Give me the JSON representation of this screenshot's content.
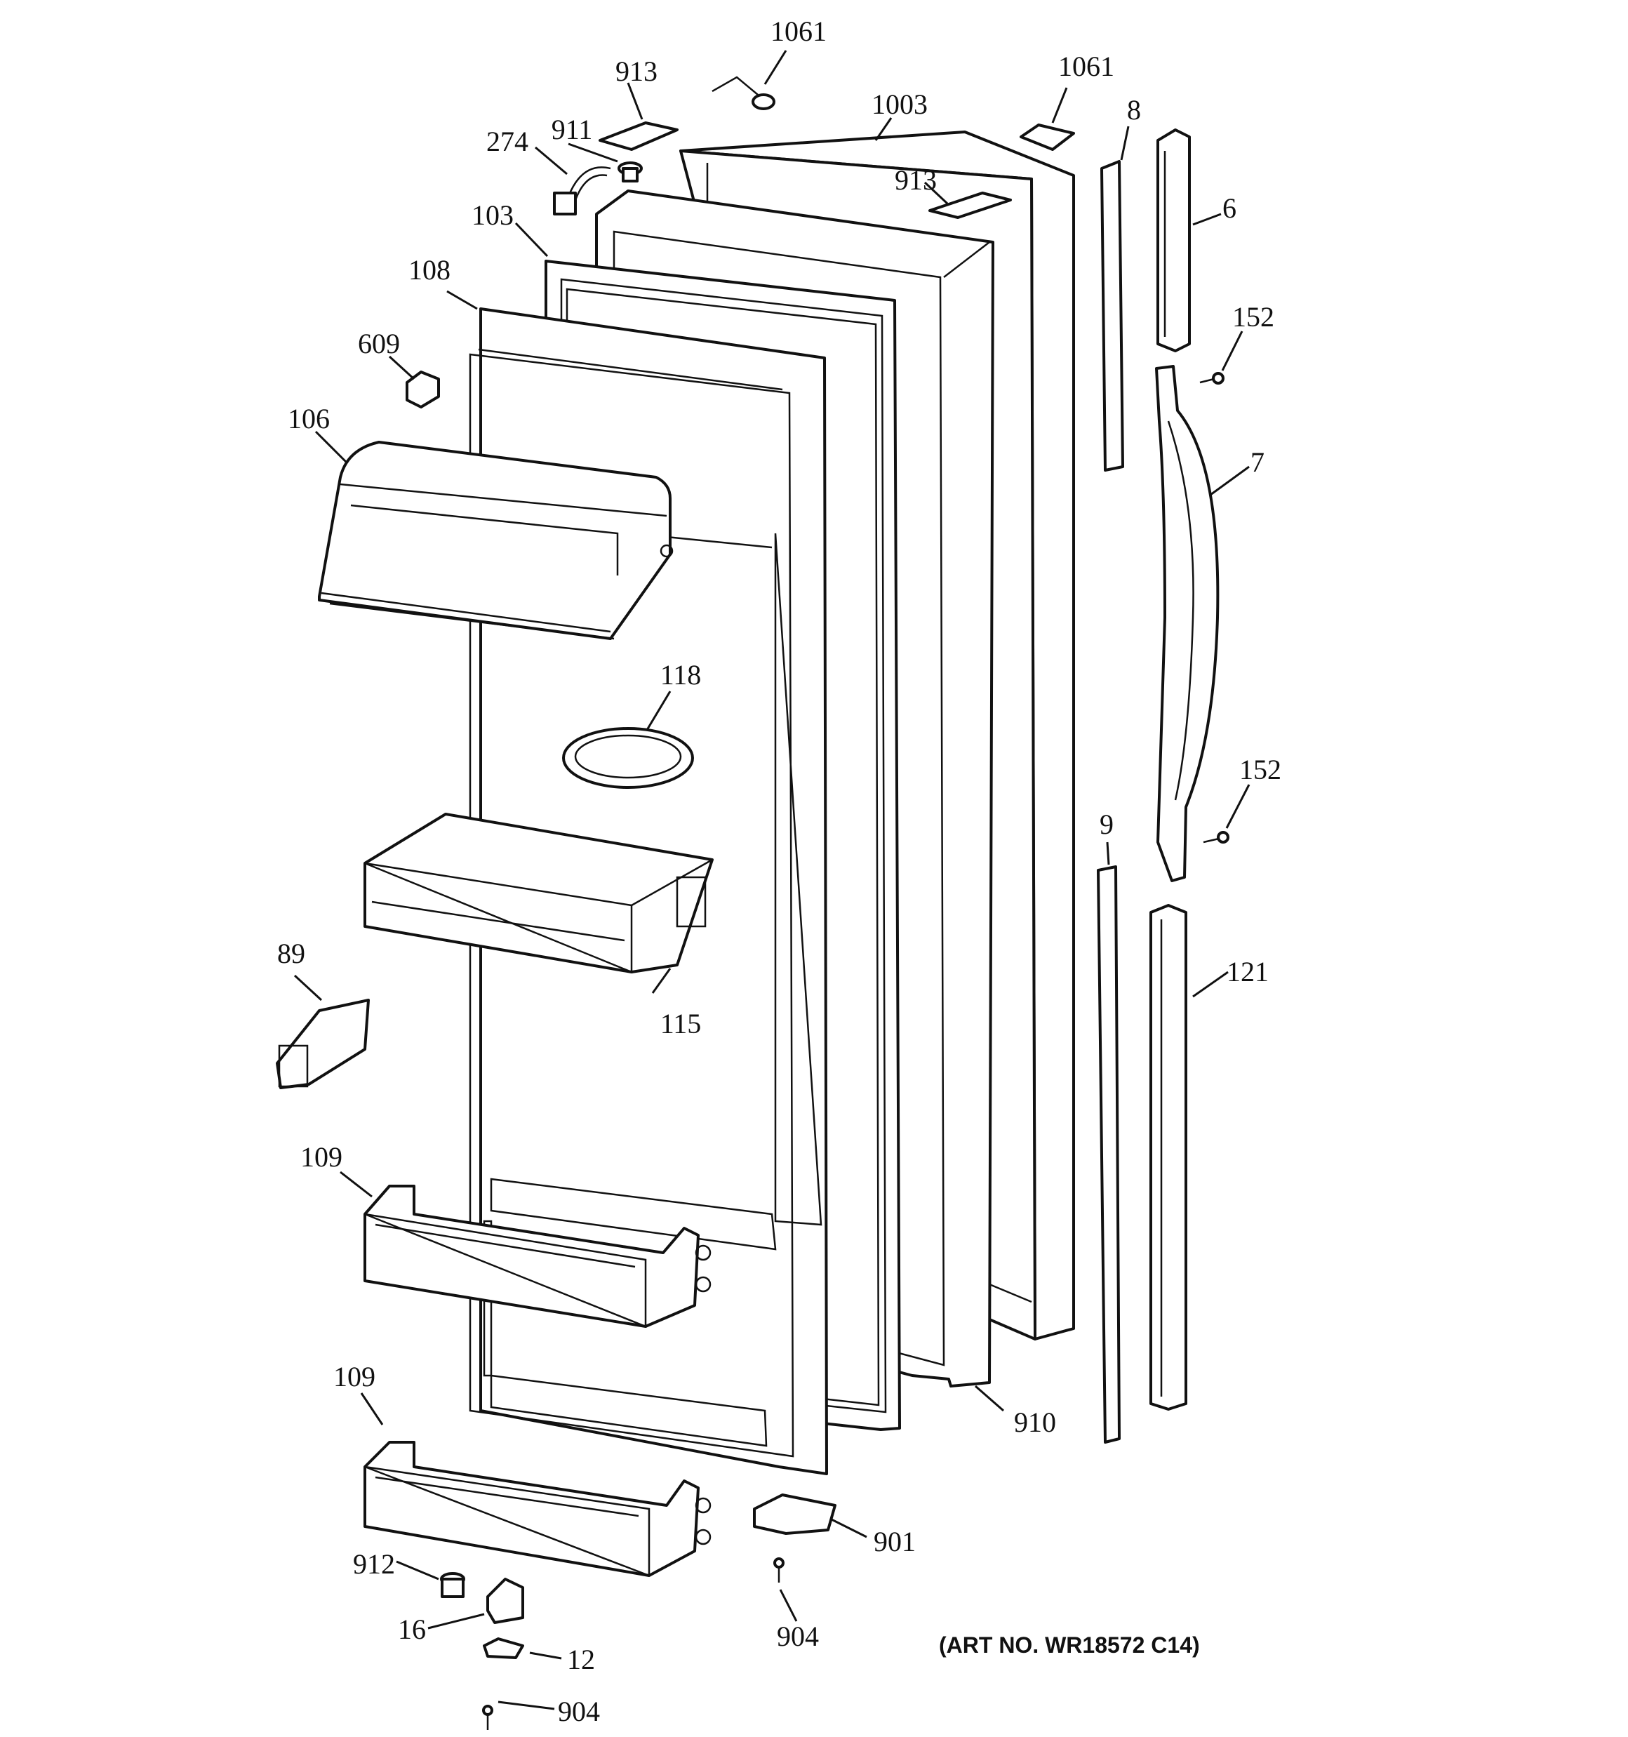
{
  "labels": {
    "1061a": "1061",
    "913a": "913",
    "911": "911",
    "274": "274",
    "1003": "1003",
    "1061b": "1061",
    "913b": "913",
    "103": "103",
    "108": "108",
    "609": "609",
    "106": "106",
    "8": "8",
    "6": "6",
    "152a": "152",
    "7": "7",
    "152b": "152",
    "118": "118",
    "89": "89",
    "115": "115",
    "9": "9",
    "121": "121",
    "109a": "109",
    "109b": "109",
    "910": "910",
    "901": "901",
    "912": "912",
    "16": "16",
    "12": "12",
    "904a": "904",
    "904b": "904"
  },
  "art_number": "(ART NO. WR18572 C14)"
}
